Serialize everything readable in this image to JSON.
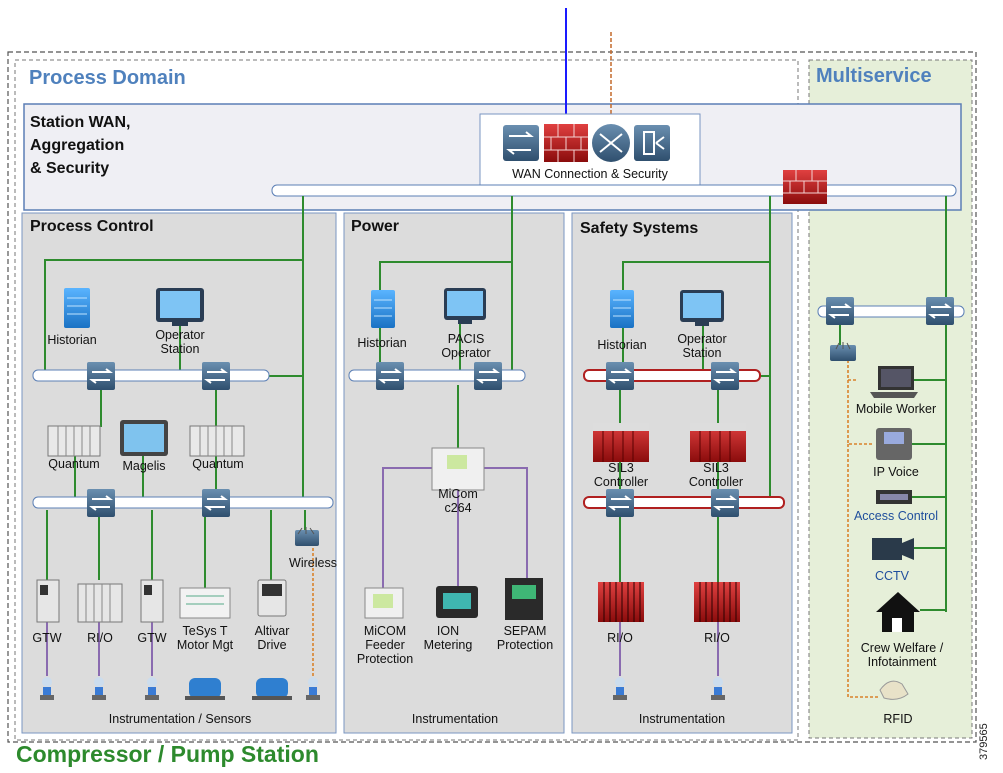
{
  "outer_title": "Compressor / Pump Station",
  "process_domain_title": "Process Domain",
  "multiservice_title": "Multiservice",
  "wan": {
    "title_lines": [
      "Station WAN,",
      "Aggregation",
      "& Security"
    ],
    "box_label": "WAN Connection & Security"
  },
  "process_control": {
    "title": "Process Control",
    "historian": "Historian",
    "operator_station": [
      "Operator",
      "Station"
    ],
    "quantum_left": "Quantum",
    "magelis": "Magelis",
    "quantum_right": "Quantum",
    "wireless": "Wireless",
    "gtw_left": "GTW",
    "rio": "RI/O",
    "gtw_right": "GTW",
    "tesys": [
      "TeSys T",
      "Motor Mgt"
    ],
    "altivar": [
      "Altivar",
      "Drive"
    ],
    "footer": "Instrumentation / Sensors"
  },
  "power": {
    "title": "Power",
    "historian": "Historian",
    "pacis": [
      "PACIS",
      "Operator"
    ],
    "micom_c264": [
      "MiCom",
      "c264"
    ],
    "micom_feeder": [
      "MiCOM",
      "Feeder",
      "Protection"
    ],
    "ion": [
      "ION",
      "Metering"
    ],
    "sepam": [
      "SEPAM",
      "Protection"
    ],
    "footer": "Instrumentation"
  },
  "safety": {
    "title": "Safety Systems",
    "historian": "Historian",
    "operator_station": [
      "Operator",
      "Station"
    ],
    "sil3_left": [
      "SIL3",
      "Controller"
    ],
    "sil3_right": [
      "SIL3",
      "Controller"
    ],
    "rio_left": "RI/O",
    "rio_right": "RI/O",
    "footer": "Instrumentation"
  },
  "multiservice": {
    "mobile_worker": "Mobile Worker",
    "ip_voice": "IP Voice",
    "access_control": "Access Control",
    "cctv": "CCTV",
    "crew_welfare": [
      "Crew Welfare /",
      "Infotainment"
    ],
    "rfid": "RFID"
  },
  "figure_id": "379565",
  "colors": {
    "green_link": "#2e8b2e",
    "blue_link": "#1a1aff",
    "orange_link": "#d9822b",
    "purple_link": "#8a6bb0",
    "panel_grey": "#dcdcdc",
    "multiservice_bg": "#e6efd9",
    "title_blue": "#4f81bd"
  }
}
